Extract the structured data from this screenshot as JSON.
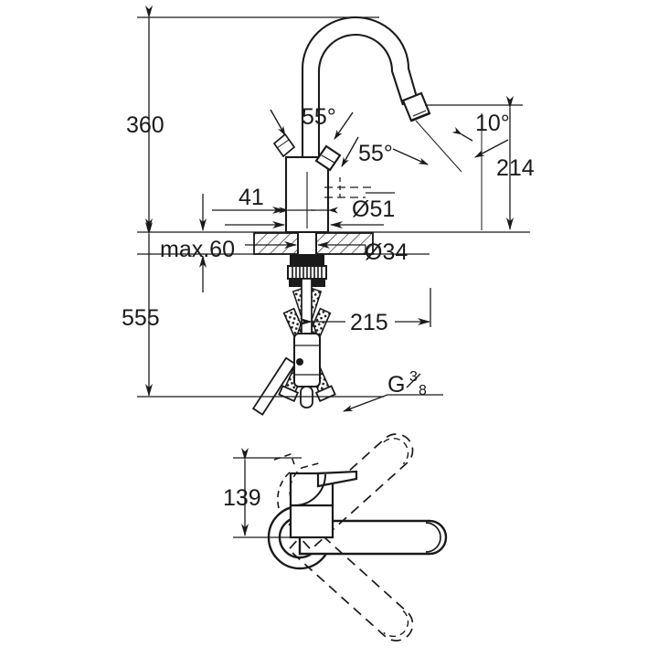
{
  "drawing": {
    "title": "Kitchen mixer tap dimensional drawing",
    "line_color": "#1a1a1a",
    "background": "#ffffff",
    "views": {
      "elevation": "front elevation with gooseneck spout, swivel angles and supply hoses",
      "plan": "bottom plan view of spout swivel range"
    }
  },
  "dimensions": {
    "height_overall": "360",
    "height_below_counter": "555",
    "counter_thickness": "max.60",
    "body_width": "41",
    "spout_height": "214",
    "spout_reach": "215",
    "base_diameter": "Ø51",
    "hole_diameter": "Ø34",
    "handle_height": "139",
    "thread": "G",
    "thread_num": "3",
    "thread_den": "8"
  },
  "angles": {
    "swivel_left": "55°",
    "swivel_right": "55°",
    "hose_spread": "10°"
  },
  "icons": {
    "arrow": "dimension-arrow",
    "hatch": "section-hatch"
  }
}
